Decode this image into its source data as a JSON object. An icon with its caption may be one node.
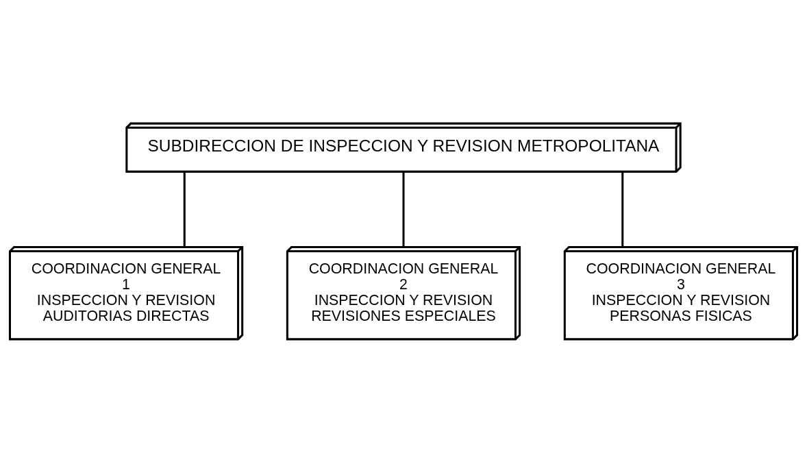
{
  "diagram": {
    "nodes": [
      {
        "text": [
          "SUBDIRECCION DE INSPECCION Y REVISION METROPOLITANA"
        ]
      },
      {
        "text": [
          "COORDINACION GENERAL",
          "1",
          "INSPECCION Y REVISION",
          "AUDITORIAS DIRECTAS"
        ]
      },
      {
        "text": [
          "COORDINACION GENERAL",
          "2",
          "INSPECCION Y REVISION",
          "REVISIONES ESPECIALES"
        ]
      },
      {
        "text": [
          "COORDINACION GENERAL",
          "3",
          "INSPECCION Y REVISION",
          "PERSONAS FISICAS"
        ]
      }
    ],
    "edges": [
      {
        "from": 0,
        "to": 1,
        "arrow": "none"
      },
      {
        "from": 0,
        "to": 2,
        "arrow": "none"
      },
      {
        "from": 0,
        "to": 3,
        "arrow": "none"
      }
    ]
  }
}
